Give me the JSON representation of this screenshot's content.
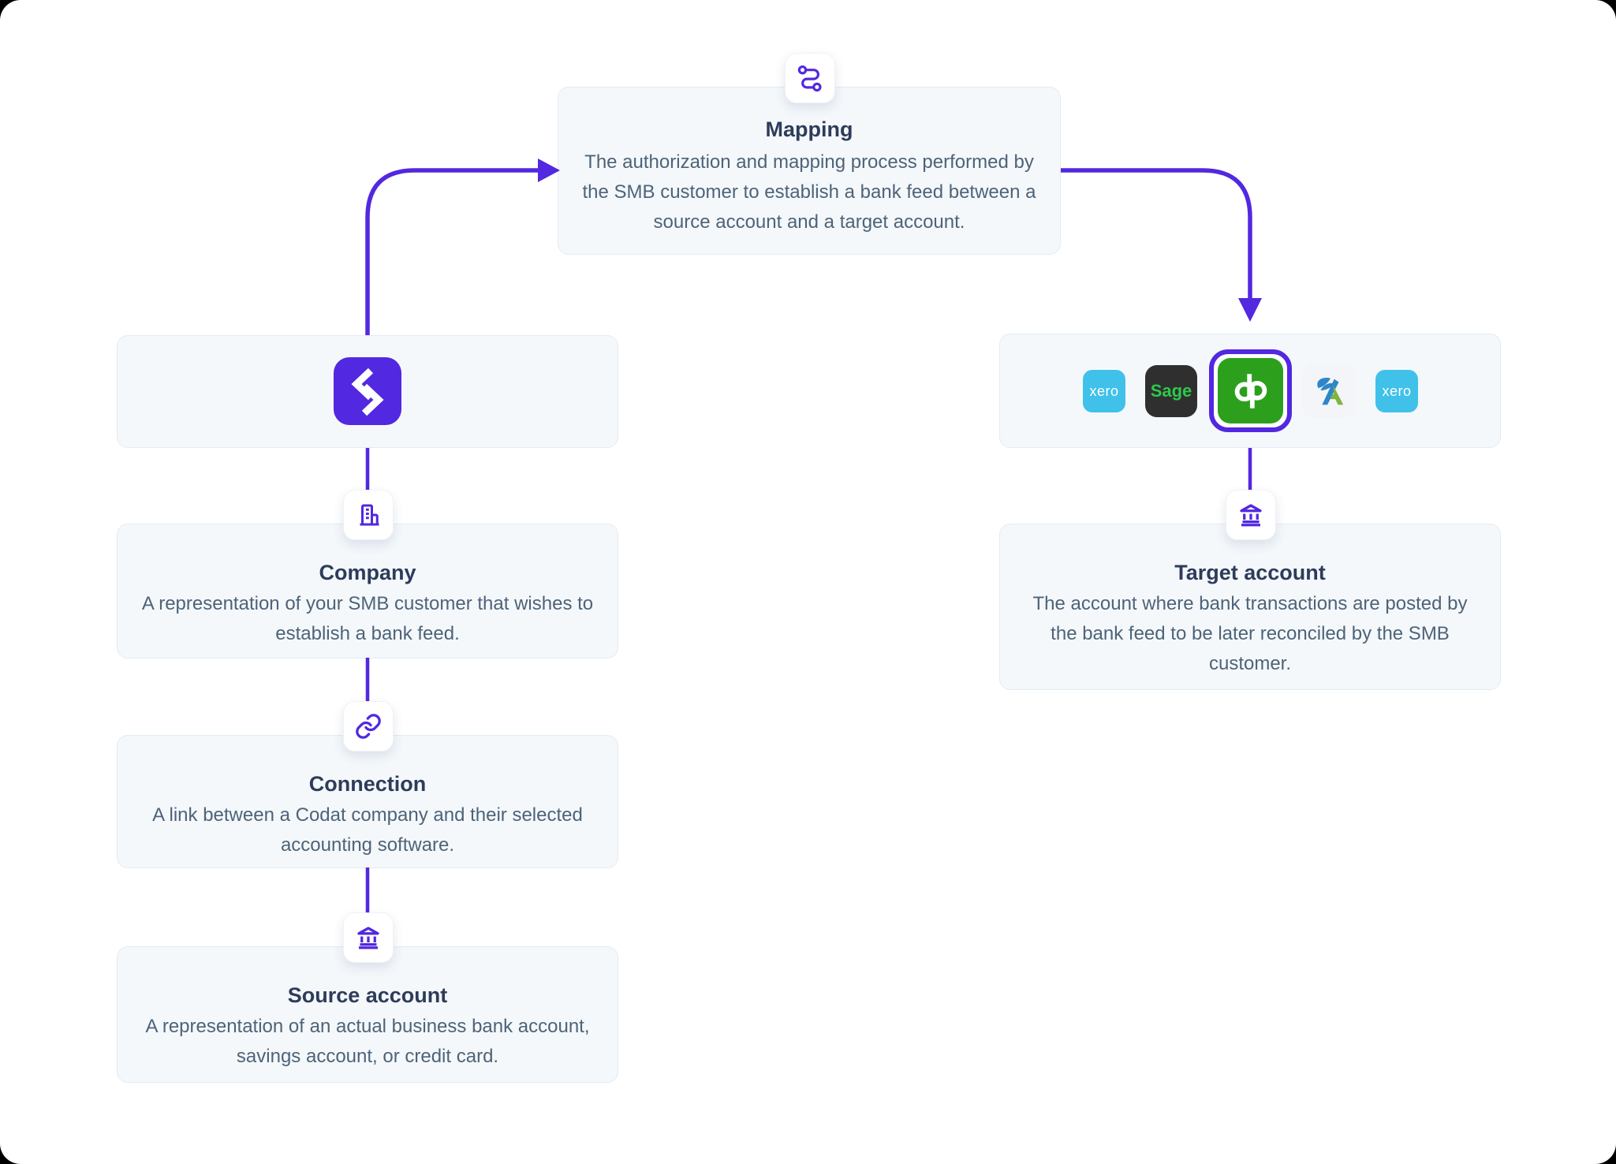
{
  "colors": {
    "accent_purple": "#5228e0",
    "card_background": "#f4f8fb",
    "card_border": "#e2ecf4",
    "title_text": "#2e3c5a",
    "body_text": "#4e6378",
    "xero_blue": "#40c1e9",
    "sage_background": "#2f2f2f",
    "sage_green": "#2ec84a",
    "quickbooks_green": "#2ca01c",
    "page_background": "#ffffff"
  },
  "flow": {
    "mapping": {
      "icon": "route-icon",
      "title": "Mapping",
      "description": "The authorization and mapping process performed by the SMB customer to establish a bank feed between a source account and a target account."
    },
    "codat": {
      "icon": "codat-logo"
    },
    "company": {
      "icon": "building-icon",
      "title": "Company",
      "description": "A representation of your SMB customer that wishes to establish a bank feed."
    },
    "connection": {
      "icon": "link-icon",
      "title": "Connection",
      "description": "A link between a Codat company and their selected accounting software."
    },
    "source_account": {
      "icon": "bank-icon",
      "title": "Source account",
      "description": "A representation of an actual business bank account, savings account, or credit card."
    },
    "integrations": {
      "logos": [
        {
          "name": "xero",
          "label": "xero",
          "selected": false
        },
        {
          "name": "sage",
          "label": "Sage",
          "selected": false
        },
        {
          "name": "quickbooks",
          "label": "qb",
          "selected": true
        },
        {
          "name": "freeagent",
          "label": "",
          "selected": false
        },
        {
          "name": "xero",
          "label": "xero",
          "selected": false
        }
      ]
    },
    "target_account": {
      "icon": "bank-icon",
      "title": "Target account",
      "description": "The account where bank transactions are posted by the bank feed to be later reconciled by the SMB customer."
    }
  }
}
